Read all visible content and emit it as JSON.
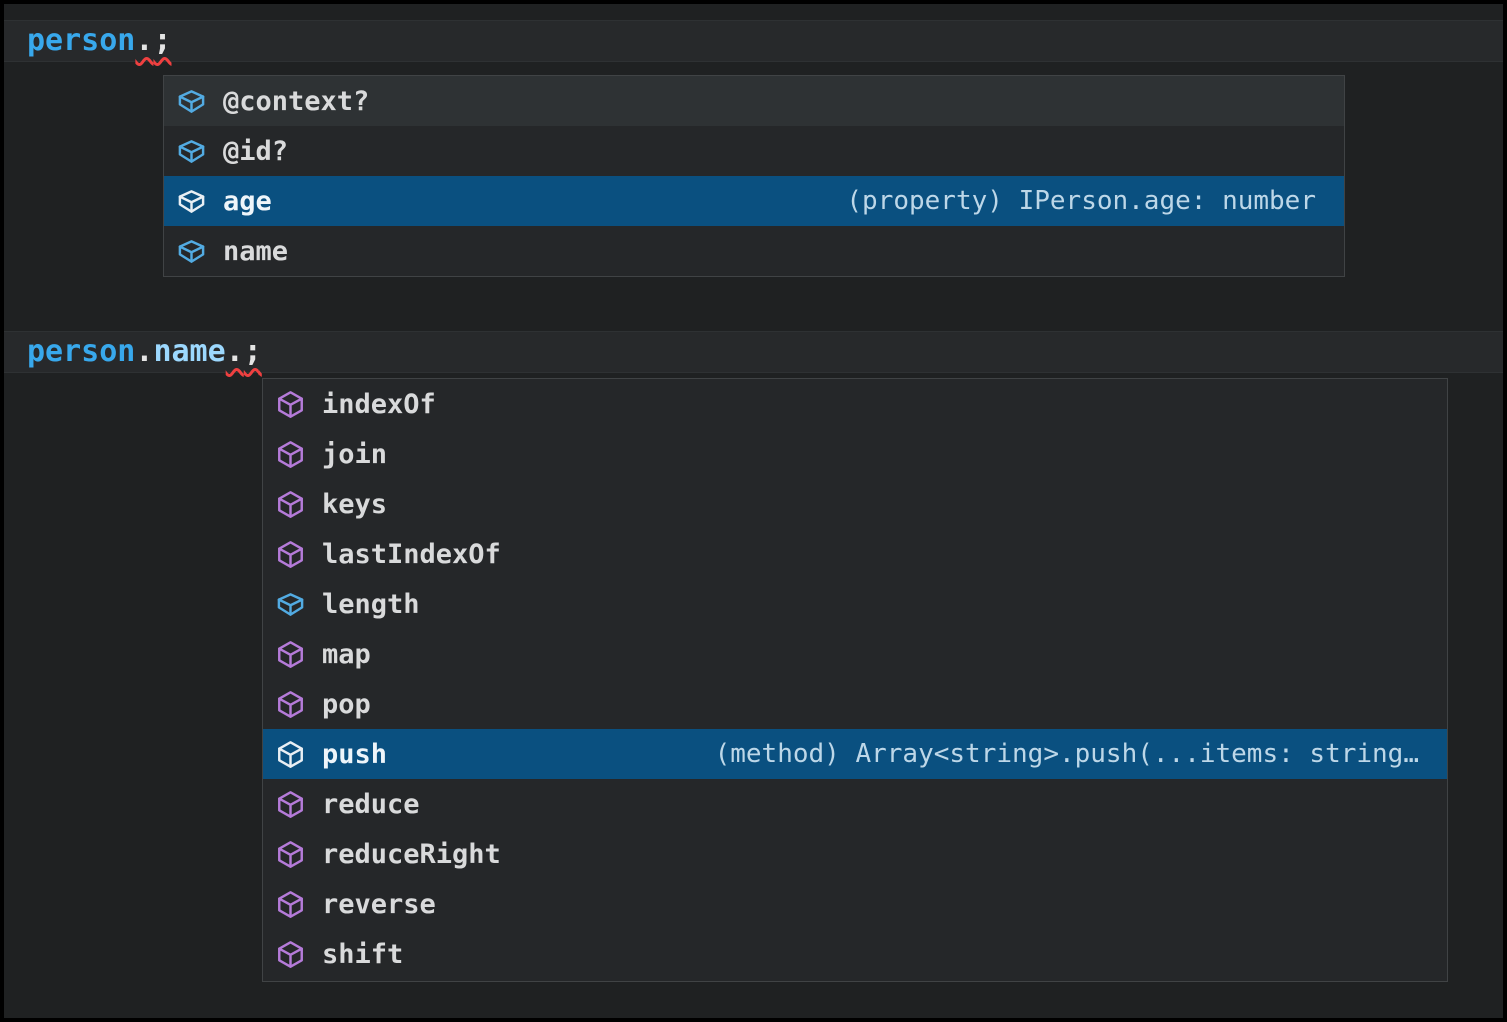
{
  "colors": {
    "bg_editor": "#1f2122",
    "bg_line": "#27292b",
    "border_line": "#2e3133",
    "bg_popup": "#252729",
    "bg_hover": "#2e3234",
    "bg_selected": "#0a5080",
    "border_popup": "#404345",
    "fg_label": "#d9dadb",
    "fg_detail": "#bdd7e8",
    "code_blue": "#38a8ec",
    "code_lightblue": "#9cd8fe",
    "code_fg": "#e4e4e4",
    "squiggle": "#ef4040",
    "icon_field": "#52abe2",
    "icon_method": "#b57bd9",
    "icon_selected": "#e9eff4"
  },
  "code_lines": [
    {
      "name": "code-line-1",
      "tokens": [
        {
          "text": "person",
          "color": "blue",
          "squiggle": false
        },
        {
          "text": ".",
          "color": "fg",
          "squiggle": true
        },
        {
          "text": ";",
          "color": "fg",
          "squiggle": true
        }
      ]
    },
    {
      "name": "code-line-2",
      "tokens": [
        {
          "text": "person",
          "color": "blue",
          "squiggle": false
        },
        {
          "text": ".",
          "color": "fg",
          "squiggle": false
        },
        {
          "text": "name",
          "color": "lightblue",
          "squiggle": false
        },
        {
          "text": ".",
          "color": "fg",
          "squiggle": true
        },
        {
          "text": ";",
          "color": "fg",
          "squiggle": true
        }
      ]
    }
  ],
  "suggest_popups": [
    {
      "name": "suggest-widget-person-members",
      "items": [
        {
          "label": "@context?",
          "icon": "field",
          "state": "hover"
        },
        {
          "label": "@id?",
          "icon": "field",
          "state": ""
        },
        {
          "label": "age",
          "icon": "field",
          "state": "selected",
          "detail": "(property) IPerson.age: number"
        },
        {
          "label": "name",
          "icon": "field",
          "state": ""
        }
      ]
    },
    {
      "name": "suggest-widget-string-members",
      "items": [
        {
          "label": "indexOf",
          "icon": "method",
          "state": ""
        },
        {
          "label": "join",
          "icon": "method",
          "state": ""
        },
        {
          "label": "keys",
          "icon": "method",
          "state": ""
        },
        {
          "label": "lastIndexOf",
          "icon": "method",
          "state": ""
        },
        {
          "label": "length",
          "icon": "field",
          "state": ""
        },
        {
          "label": "map",
          "icon": "method",
          "state": ""
        },
        {
          "label": "pop",
          "icon": "method",
          "state": ""
        },
        {
          "label": "push",
          "icon": "method",
          "state": "selected",
          "detail": "(method) Array<string>.push(...items: string…"
        },
        {
          "label": "reduce",
          "icon": "method",
          "state": ""
        },
        {
          "label": "reduceRight",
          "icon": "method",
          "state": ""
        },
        {
          "label": "reverse",
          "icon": "method",
          "state": ""
        },
        {
          "label": "shift",
          "icon": "method",
          "state": ""
        }
      ]
    }
  ]
}
